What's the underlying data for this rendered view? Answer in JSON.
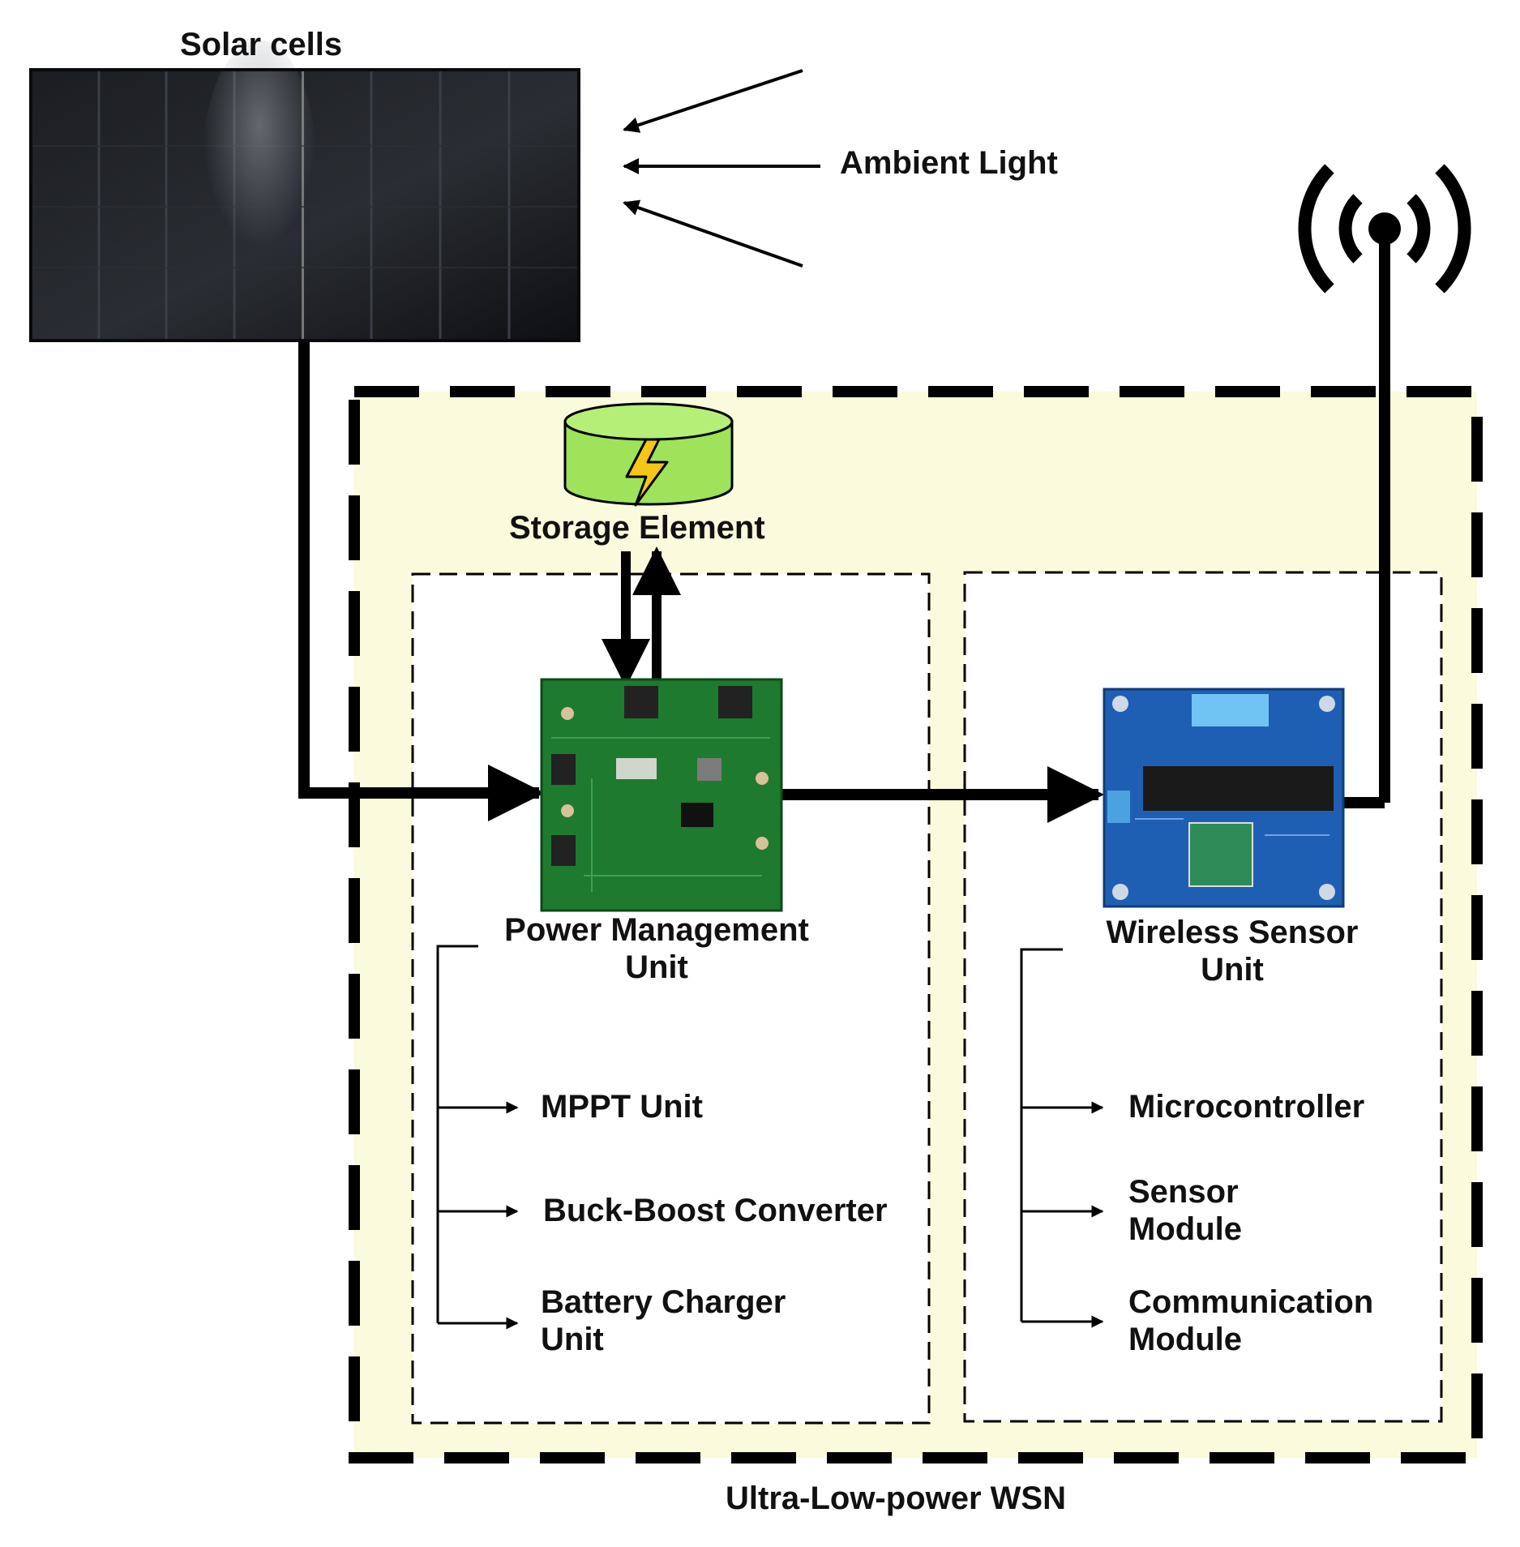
{
  "solar": {
    "label": "Solar cells"
  },
  "light": {
    "label": "Ambient Light"
  },
  "storage": {
    "label": "Storage Element"
  },
  "pmu": {
    "title": "Power Management\nUnit",
    "items": [
      "MPPT Unit",
      "Buck-Boost Converter",
      "Battery Charger\nUnit"
    ]
  },
  "wsu": {
    "title": "Wireless Sensor\nUnit",
    "items": [
      "Microcontroller",
      "Sensor\nModule",
      "Communication\nModule"
    ]
  },
  "system": {
    "label": "Ultra-Low-power WSN"
  },
  "colors": {
    "enclosure_fill": "#fafadc",
    "battery_green": "#9ee35a",
    "bolt_yellow": "#f5c518",
    "pcb_green": "#1e7a2e",
    "pcb_blue": "#1f5fb3",
    "solar_dark": "#15171c",
    "line": "#000000"
  },
  "icons": {
    "antenna": "antenna-icon",
    "battery": "battery-icon",
    "solar_panel": "solar-panel-icon",
    "pmu_board": "pcb-board-icon",
    "sensor_board": "sensor-board-icon"
  }
}
